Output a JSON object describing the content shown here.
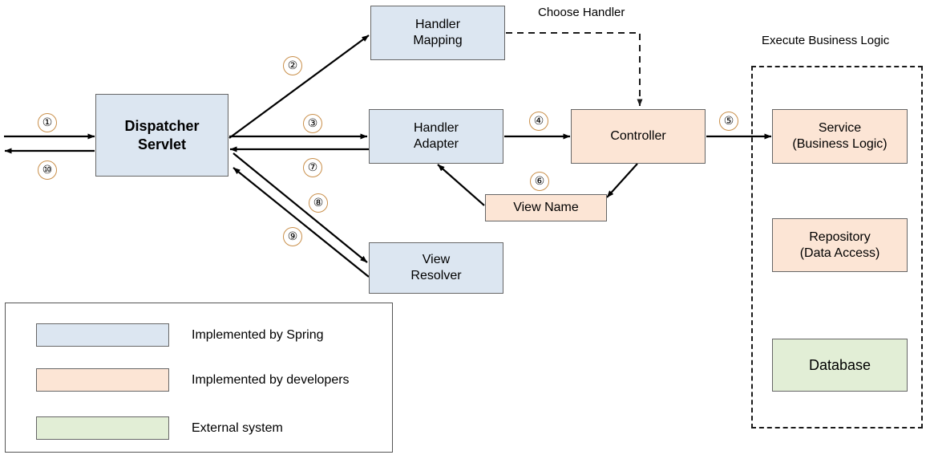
{
  "diagram": {
    "title_labels": {
      "choose_handler": "Choose Handler",
      "execute_business_logic": "Execute Business Logic"
    },
    "nodes": {
      "dispatcher_servlet": "Dispatcher\nServlet",
      "handler_mapping": "Handler\nMapping",
      "handler_adapter": "Handler\nAdapter",
      "controller": "Controller",
      "view_name": "View Name",
      "view_resolver": "View\nResolver",
      "service": "Service\n(Business Logic)",
      "repository": "Repository\n(Data Access)",
      "database": "Database"
    },
    "steps": {
      "s1": "①",
      "s2": "②",
      "s3": "③",
      "s4": "④",
      "s5": "⑤",
      "s6": "⑥",
      "s7": "⑦",
      "s8": "⑧",
      "s9": "⑨",
      "s10": "⑩"
    },
    "legend": {
      "items": [
        {
          "color": "#dce6f1",
          "label": "Implemented by Spring"
        },
        {
          "color": "#fce5d5",
          "label": "Implemented by developers"
        },
        {
          "color": "#e2eed6",
          "label": "External system"
        }
      ]
    },
    "colors": {
      "spring_blue": "#dce6f1",
      "developer_orange": "#fce5d5",
      "external_green": "#e2eed6",
      "stroke": "#666666",
      "arrow": "#000000",
      "step_circle": "#c98f4a"
    }
  }
}
